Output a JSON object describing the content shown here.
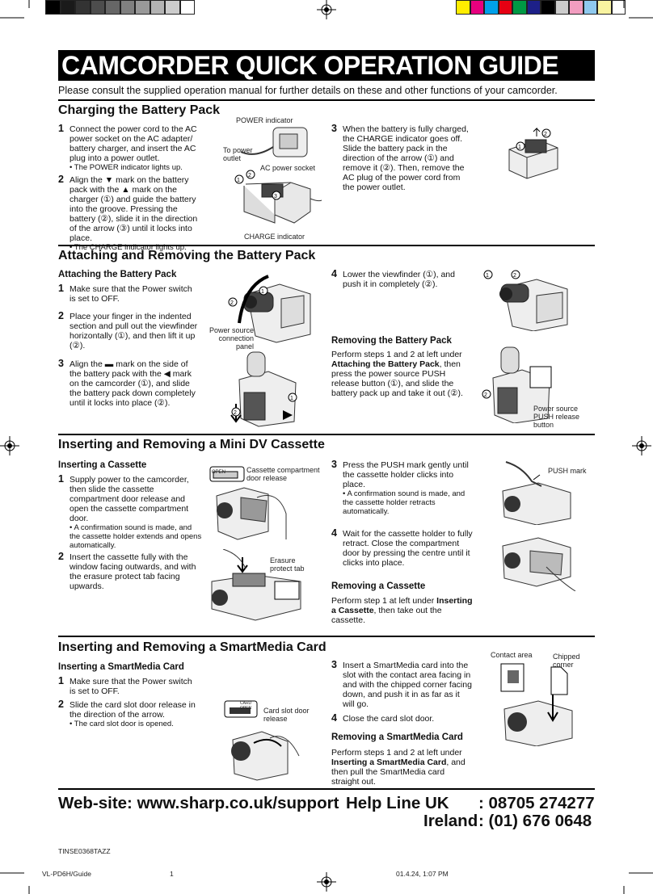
{
  "swatches_left": [
    "#000000",
    "#1a1a1a",
    "#333333",
    "#4d4d4d",
    "#666666",
    "#808080",
    "#999999",
    "#b3b3b3",
    "#cccccc",
    "#ffffff"
  ],
  "swatches_right": [
    "#ffed00",
    "#e6007e",
    "#00a0e9",
    "#e60012",
    "#009944",
    "#1d2088",
    "#000000",
    "#cccccc",
    "#f29dc0",
    "#8fc9ee",
    "#f8f3a0",
    "#ffffff"
  ],
  "title": "CAMCORDER QUICK OPERATION GUIDE",
  "intro": "Please consult the supplied operation manual for further details on these and other functions of your camcorder.",
  "charging": {
    "heading": "Charging the Battery Pack",
    "step1_num": "1",
    "step1": "Connect the power cord to the AC power socket on the AC adapter/ battery charger, and insert the AC plug into a power outlet.",
    "step1_note": "• The POWER indicator lights up.",
    "step2_num": "2",
    "step2": "Align the ▼ mark on the battery pack with the ▲ mark on the charger (①) and guide the battery into the groove. Pressing the battery (②), slide it in the direction of the arrow (③) until it locks into place.",
    "step2_note": "• The CHARGE indicator lights up.",
    "step3_num": "3",
    "step3": "When the battery is fully charged, the CHARGE indicator goes off. Slide the battery pack in the direction of the arrow (①) and remove it (②). Then, remove the AC plug of the power cord from the power outlet.",
    "labels": {
      "power_indicator": "POWER indicator",
      "to_power_outlet": "To power outlet",
      "ac_power_socket": "AC power socket",
      "charge_indicator": "CHARGE indicator"
    }
  },
  "battery": {
    "heading": "Attaching and Removing the Battery Pack",
    "sub_attach": "Attaching the Battery Pack",
    "step1_num": "1",
    "step1": "Make sure that the Power switch is set to OFF.",
    "step2_num": "2",
    "step2": "Place your finger in the indented section and pull out the viewfinder horizontally (①), and then lift it up (②).",
    "step3_num": "3",
    "step3": "Align the ▬ mark on the side of the battery pack with the ◀ mark on the camcorder (①), and slide the battery pack down completely until it locks into place (②).",
    "step4_num": "4",
    "step4": "Lower the viewfinder (①), and push it in completely (②).",
    "sub_remove": "Removing the Battery Pack",
    "remove_pre": "Perform steps 1 and 2 at left under ",
    "remove_bold": "Attaching the Battery Pack",
    "remove_post": ", then press the power source PUSH release button (①), and slide the battery pack up and take it out (②).",
    "labels": {
      "power_source_panel": "Power source connection panel",
      "push_release": "Power source PUSH release button"
    }
  },
  "cassette": {
    "heading": "Inserting and Removing a Mini DV Cassette",
    "sub_insert": "Inserting a Cassette",
    "step1_num": "1",
    "step1": "Supply power to the camcorder, then slide the cassette compartment door release and open the cassette compartment door.",
    "step1_note": "• A confirmation sound is made, and the cassette holder extends and opens automatically.",
    "step2_num": "2",
    "step2": "Insert the cassette fully with the window facing outwards, and with the erasure protect tab facing upwards.",
    "step3_num": "3",
    "step3": "Press the PUSH mark gently until the cassette holder clicks into place.",
    "step3_note": "• A confirmation sound is made, and the cassette holder retracts automatically.",
    "step4_num": "4",
    "step4": "Wait for the cassette holder to fully retract. Close the compartment door by pressing the centre until it clicks into place.",
    "sub_remove": "Removing a Cassette",
    "remove_pre": "Perform step 1 at left under ",
    "remove_bold": "Inserting a Cassette",
    "remove_post": ", then take out the cassette.",
    "labels": {
      "door_release": "Cassette compartment door release",
      "erasure_tab": "Erasure protect tab",
      "push_mark": "PUSH mark",
      "open": "OPEN"
    }
  },
  "smartmedia": {
    "heading": "Inserting and Removing a SmartMedia Card",
    "sub_insert": "Inserting a SmartMedia Card",
    "step1_num": "1",
    "step1": "Make sure that the Power switch is set to OFF.",
    "step2_num": "2",
    "step2": "Slide the card slot door release in the direction of the arrow.",
    "step2_note": "• The card slot door is opened.",
    "step3_num": "3",
    "step3": "Insert a SmartMedia card into the slot with the contact area facing in and with the chipped corner facing down, and push it in as far as it will go.",
    "step4_num": "4",
    "step4": "Close the card slot door.",
    "sub_remove": "Removing a SmartMedia Card",
    "remove_pre": "Perform steps 1 and 2 at left under ",
    "remove_bold": "Inserting a SmartMedia Card",
    "remove_post": ", and then pull the SmartMedia card straight out.",
    "labels": {
      "card_slot_release": "Card slot door release",
      "contact_area": "Contact area",
      "chipped_corner": "Chipped corner",
      "card_open": "CARD OPEN"
    }
  },
  "footer": {
    "website": "Web-site: www.sharp.co.uk/support",
    "helpline_uk": "Help Line UK",
    "uk_number": ": 08705 274277",
    "ireland": "Ireland",
    "ireland_number": ": (01) 676 0648",
    "code": "TINSE0368TAZZ",
    "slug_left": "VL-PD6H/Guide",
    "slug_page": "1",
    "slug_date": "01.4.24, 1:07 PM"
  }
}
